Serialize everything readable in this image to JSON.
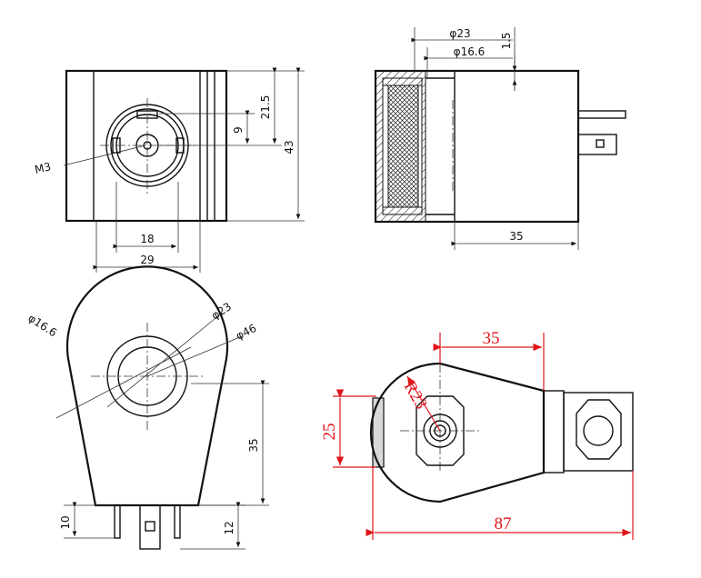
{
  "views": {
    "front": {
      "labels": {
        "d21_5": "21.5",
        "d9": "9",
        "d43": "43",
        "d18": "18",
        "d29": "29",
        "m3": "M3"
      }
    },
    "section": {
      "labels": {
        "d23": "φ23",
        "d16_6": "φ16.6",
        "d1_5": "1.5",
        "d35": "35"
      }
    },
    "side": {
      "labels": {
        "d16_6": "φ16.6",
        "d23": "φ23",
        "d46": "φ46",
        "d35": "35",
        "d10": "10",
        "d12": "12"
      }
    },
    "assembly": {
      "labels": {
        "d35": "35",
        "r23": "R23",
        "d25": "25",
        "d87": "87"
      }
    }
  },
  "colors": {
    "dimension_red": "#e0151b",
    "line": "#111111"
  }
}
